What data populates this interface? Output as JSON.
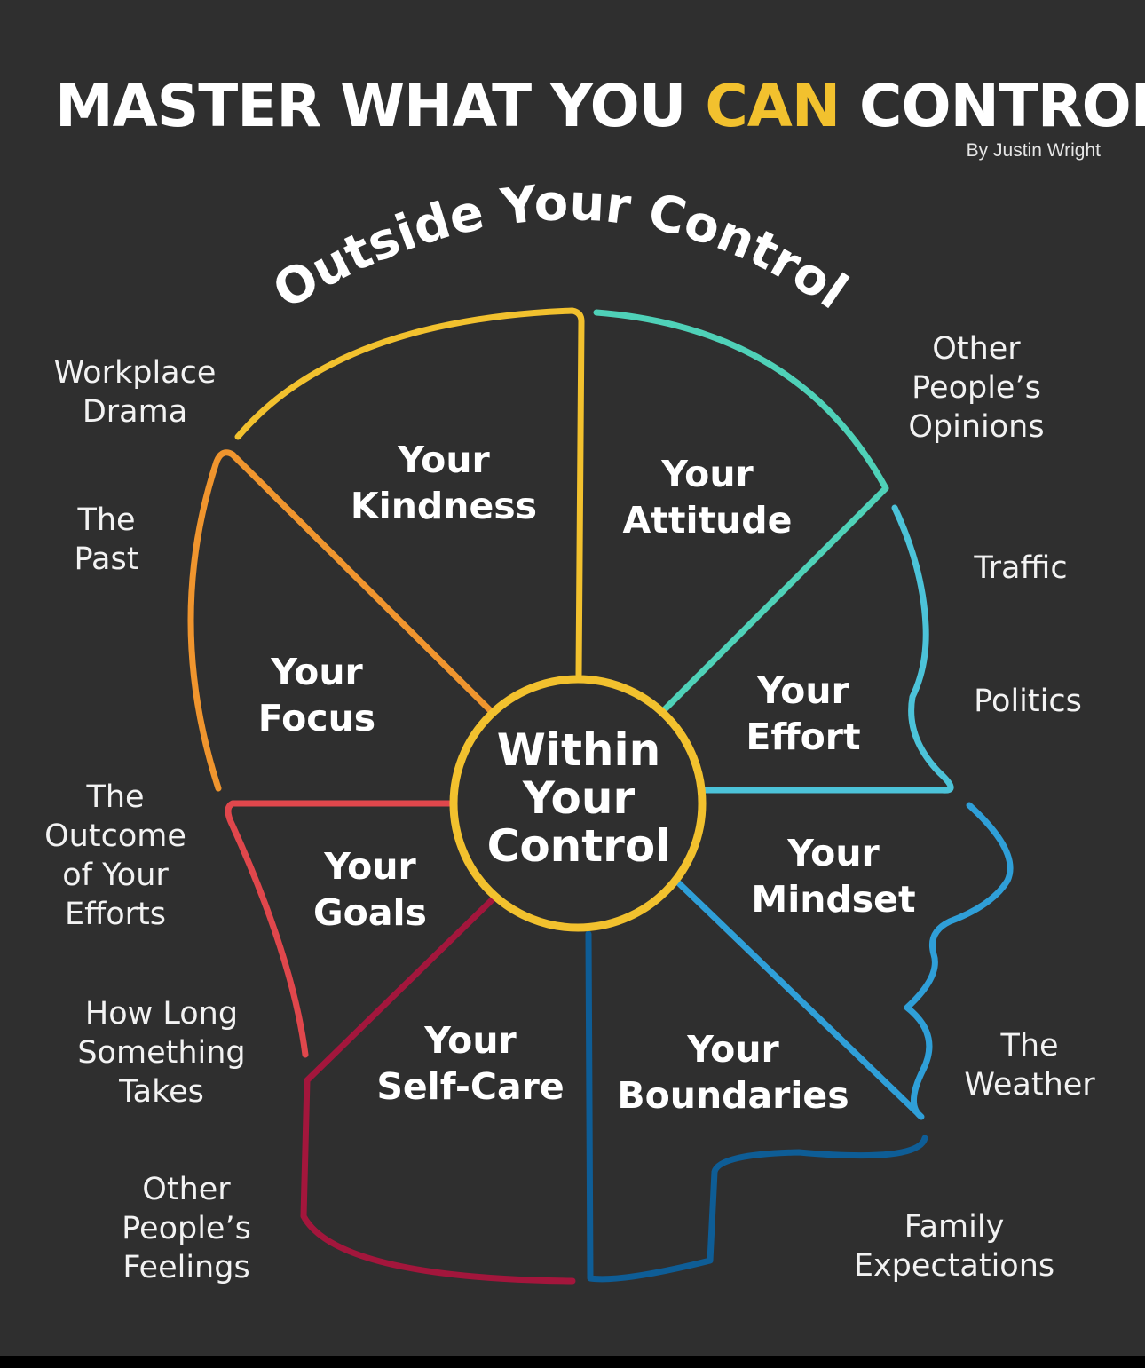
{
  "header": {
    "title_part1": "MASTER WHAT YOU ",
    "title_accent": "CAN",
    "title_part2": " CONTROL",
    "byline": "By Justin Wright"
  },
  "arc_label": "Outside Your Control",
  "center_label": "Within\nYour\nControl",
  "inside_items": [
    "Your\nKindness",
    "Your\nAttitude",
    "Your\nFocus",
    "Your\nEffort",
    "Your\nGoals",
    "Your\nMindset",
    "Your\nSelf-Care",
    "Your\nBoundaries"
  ],
  "outside_items": [
    "Workplace\nDrama",
    "The\nPast",
    "The\nOutcome\nof Your\nEfforts",
    "How Long\nSomething\nTakes",
    "Other\nPeople’s\nFeelings",
    "Other\nPeople’s\nOpinions",
    "Traffic",
    "Politics",
    "The\nWeather",
    "Family\nExpectations"
  ],
  "colors": {
    "background": "#2f2f2f",
    "accent_yellow": "#f2c12e",
    "orange": "#f0952e",
    "teal": "#4fd1b8",
    "light_blue": "#4cc3d9",
    "blue": "#2f9fd8",
    "dark_blue": "#0e5d96",
    "red": "#e0474c",
    "crimson": "#a3163c"
  }
}
